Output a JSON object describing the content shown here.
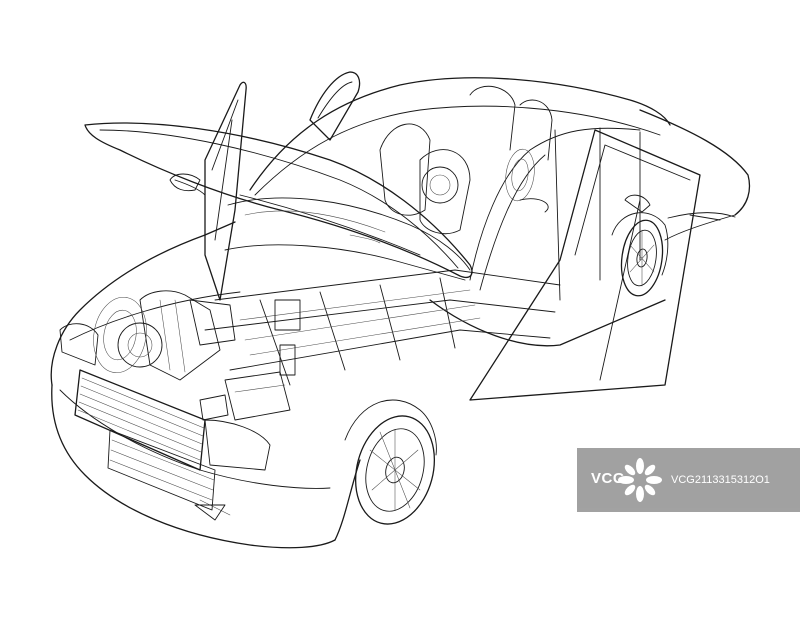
{
  "image": {
    "subject": "car-wireframe-cutaway",
    "line_color": "#1a1a1a",
    "background_color": "#ffffff"
  },
  "watermark": {
    "logo_text": "VCG",
    "code": "VCG2113315312O1",
    "background_color": "#9a9a9a",
    "text_color": "#ffffff"
  }
}
